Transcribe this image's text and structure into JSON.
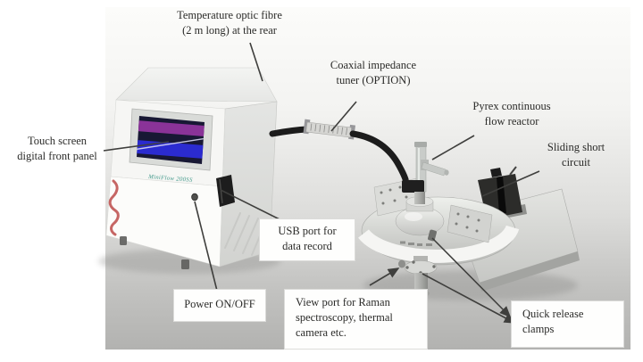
{
  "labels": {
    "temperature_fibre": "Temperature optic fibre\n(2 m long) at the rear",
    "coaxial_tuner": "Coaxial impedance\ntuner (OPTION)",
    "pyrex_reactor": "Pyrex continuous\nflow reactor",
    "sliding_short": "Sliding short\ncircuit",
    "touch_screen": "Touch screen\ndigital front panel",
    "usb_port": "USB port for\ndata record",
    "power": "Power ON/OFF",
    "view_port": "View port for Raman\nspectroscopy, thermal\ncamera etc.",
    "quick_release": "Quick release\nclamps"
  },
  "device": {
    "model_text": "MiniFlow 200SS",
    "model_text_color": "#2e8f7f",
    "brand_logo_icon": "red-script-logo",
    "brand_logo_color": "#b8403f",
    "screen": {
      "display_bg": "#181834",
      "band_magenta": "#8a3398",
      "band_blue": "#2b2bd0",
      "diagonal_highlight": "#d9d9f2"
    }
  },
  "colors": {
    "photo_bg_top": "#fcfcfa",
    "photo_bg_bottom": "#b2b2b0",
    "label_text": "#2b2b29",
    "leader_line": "#3f3f3d",
    "cable_black": "#1c1c1c",
    "label_box_bg": "#fefefd"
  }
}
